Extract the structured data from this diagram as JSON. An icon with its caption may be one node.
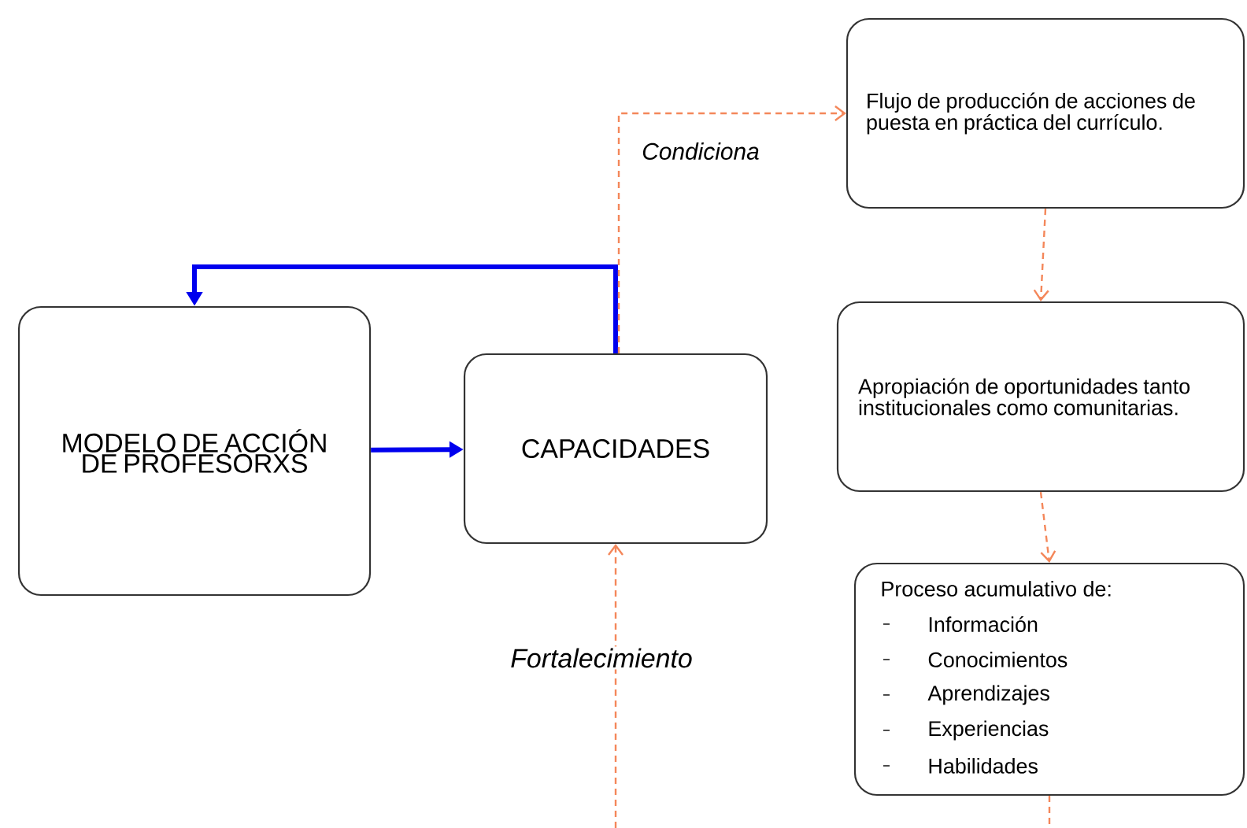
{
  "diagram": {
    "nodes": [
      {
        "text": [
          "MODELO DE ACCIÓN DE PROFESORXS"
        ]
      },
      {
        "text": [
          "CAPACIDADES"
        ]
      },
      {
        "text": [
          "Flujo de producción de acciones de puesta en práctica del currículo."
        ]
      },
      {
        "text": [
          "Apropiación de oportunidades tanto institucionales como comunitarias."
        ]
      },
      {
        "text": [
          "Proceso acumulativo de:",
          "Información",
          "Conocimientos",
          "Aprendizajes",
          "Experiencias",
          "Habilidades"
        ]
      }
    ],
    "edges": [
      {
        "from": 0,
        "to": 1,
        "arrow": "to",
        "style": "thick",
        "color": "#0000ee"
      },
      {
        "from": 1,
        "to": 0,
        "arrow": "to",
        "style": "thick",
        "color": "#0000ee"
      },
      {
        "from": 1,
        "to": 2,
        "arrow": "to",
        "style": "dashed",
        "label": "Condiciona"
      },
      {
        "from": 2,
        "to": 3,
        "arrow": "to",
        "style": "dashed"
      },
      {
        "from": 3,
        "to": 4,
        "arrow": "to",
        "style": "dashed"
      },
      {
        "from": 4,
        "to": null,
        "arrow": "none",
        "style": "dashed"
      },
      {
        "from": null,
        "to": 1,
        "arrow": "to",
        "style": "dashed",
        "label": "Fortalecimiento"
      }
    ]
  }
}
